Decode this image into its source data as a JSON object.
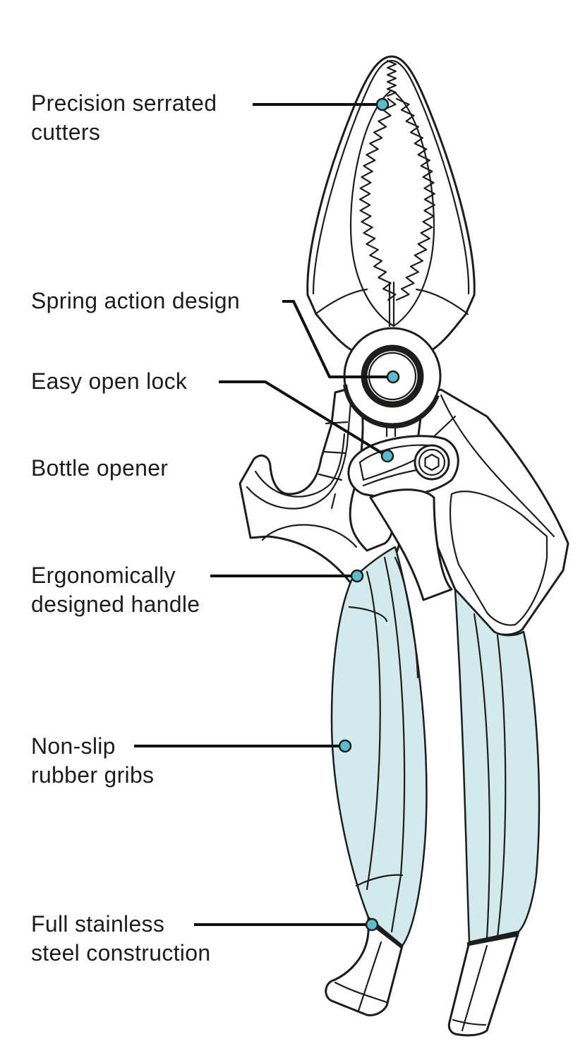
{
  "title": "Multi-function fishing pliers feature diagram",
  "colors": {
    "grip_fill": "#d2e9ee",
    "callout_dot": "#5bbccb",
    "line": "#1d1d1b"
  },
  "callouts": [
    {
      "id": "precision-serrated-cutters",
      "lines": [
        "Precision serrated",
        "cutters"
      ]
    },
    {
      "id": "spring-action-design",
      "lines": [
        "Spring action design"
      ]
    },
    {
      "id": "easy-open-lock",
      "lines": [
        "Easy open lock"
      ]
    },
    {
      "id": "bottle-opener",
      "lines": [
        "Bottle opener"
      ]
    },
    {
      "id": "ergonomically-designed-handle",
      "lines": [
        "Ergonomically",
        "designed handle"
      ]
    },
    {
      "id": "non-slip-rubber-grips",
      "lines": [
        "Non-slip",
        "rubber gribs"
      ]
    },
    {
      "id": "full-stainless-steel-construction",
      "lines": [
        "Full stainless",
        "steel construction"
      ]
    }
  ]
}
